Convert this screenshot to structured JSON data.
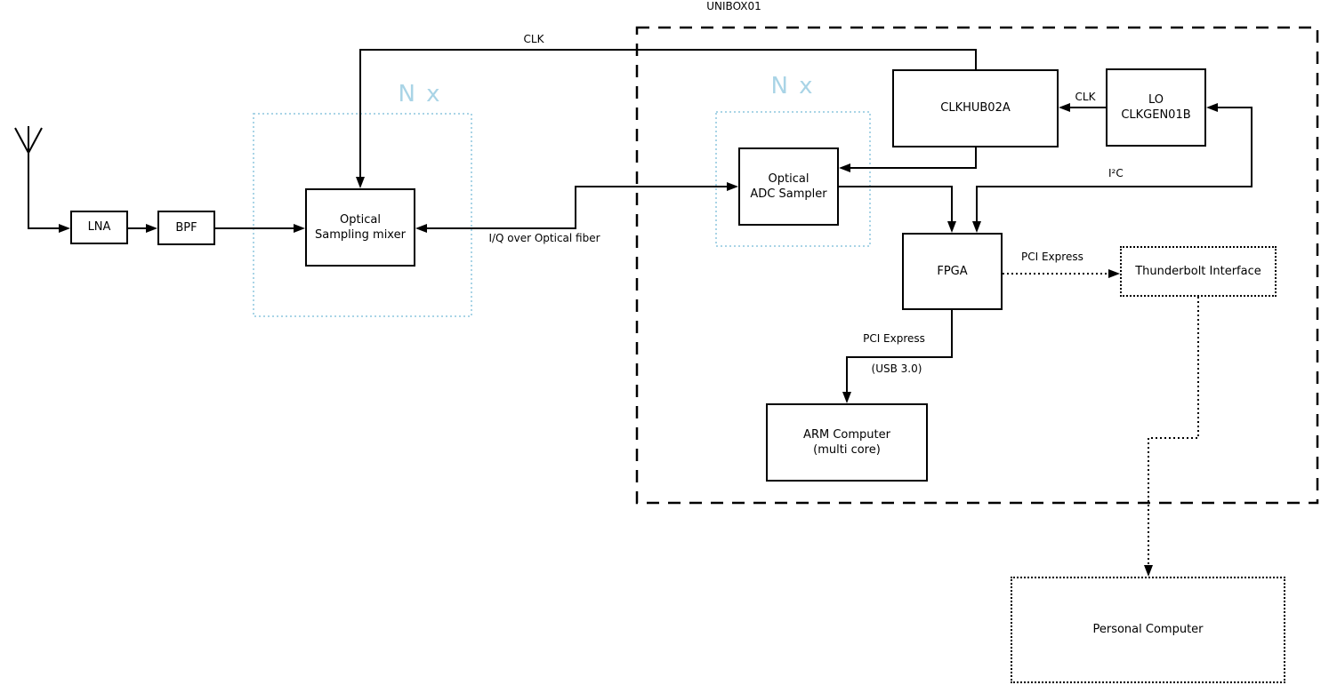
{
  "colors": {
    "accent_blue": "#a9d4e6",
    "line": "#000000",
    "box_fill": "#ffffff",
    "background": "#ffffff"
  },
  "outer_box_label": "UNIBOX01",
  "multiplier_labels": {
    "left": "N x",
    "right": "N x"
  },
  "nodes": {
    "lna": {
      "label": "LNA"
    },
    "bpf": {
      "label": "BPF"
    },
    "optical_sampling_mixer": {
      "label": "Optical\nSampling mixer"
    },
    "optical_adc_sampler": {
      "label": "Optical\nADC Sampler"
    },
    "clkhub": {
      "label": "CLKHUB02A"
    },
    "lo_clkgen": {
      "label": "LO\nCLKGEN01B"
    },
    "fpga": {
      "label": "FPGA"
    },
    "arm_computer": {
      "label": "ARM Computer\n(multi core)"
    },
    "thunderbolt_interface": {
      "label": "Thunderbolt Interface"
    },
    "personal_computer": {
      "label": "Personal Computer"
    }
  },
  "edge_labels": {
    "clk_main": "CLK",
    "clk_lo_to_hub": "CLK",
    "iq_fiber": "I/Q over Optical fiber",
    "i2c": "I²C",
    "pci_express_thunderbolt": "PCI Express",
    "pci_express_arm": "PCI Express",
    "usb": "(USB 3.0)"
  }
}
